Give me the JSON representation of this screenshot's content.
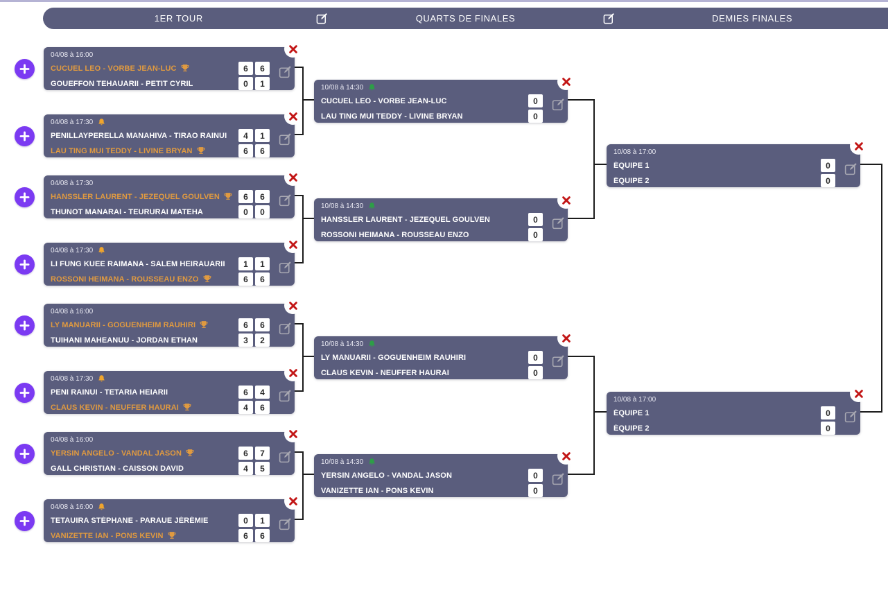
{
  "header": {
    "rounds": [
      "1ER TOUR",
      "QUARTS DE FINALES",
      "DEMIES FINALES"
    ]
  },
  "colors": {
    "card_bg": "#5a5d7d",
    "header_bg": "#5a5d7d",
    "winner_text": "#e09a40",
    "team_text": "#ffffff",
    "plus_button": "#7b3af2",
    "delete_red": "#c21515",
    "bell_orange": "#f0a52d",
    "bell_green": "#2d9e47",
    "edit_gray": "#a8a8b2",
    "connector": "#1c1c1c",
    "top_border": "#b5b3d4"
  },
  "icons": {
    "close-icon": "✖",
    "edit-icon": "✎",
    "plus-icon": "+",
    "bell-icon": "🔔",
    "trophy-icon": "🏆"
  },
  "rounds": {
    "round1": {
      "matches": [
        {
          "datetime": "04/08 à 16:00",
          "bell": null,
          "teams": [
            {
              "name": "CUCUEL LEO - VORBE JEAN-LUC",
              "winner": true,
              "scores": [
                "6",
                "6"
              ]
            },
            {
              "name": "GOUEFFON TEHAUARII - PETIT CYRIL",
              "winner": false,
              "scores": [
                "0",
                "1"
              ]
            }
          ]
        },
        {
          "datetime": "04/08 à 17:30",
          "bell": "orange",
          "teams": [
            {
              "name": "PENILLAYPERELLA MANAHIVA - TIRAO RAINUI",
              "winner": false,
              "scores": [
                "4",
                "1"
              ]
            },
            {
              "name": "LAU TING MUI TEDDY - LIVINE BRYAN",
              "winner": true,
              "scores": [
                "6",
                "6"
              ]
            }
          ]
        },
        {
          "datetime": "04/08 à 17:30",
          "bell": null,
          "teams": [
            {
              "name": "HANSSLER LAURENT - JEZEQUEL GOULVEN",
              "winner": true,
              "scores": [
                "6",
                "6"
              ]
            },
            {
              "name": "THUNOT MANARAI - TEURURAI MATEHA",
              "winner": false,
              "scores": [
                "0",
                "0"
              ]
            }
          ]
        },
        {
          "datetime": "04/08 à 17:30",
          "bell": "orange",
          "teams": [
            {
              "name": "LI FUNG KUEE RAIMANA - SALEM HEIRAUARII",
              "winner": false,
              "scores": [
                "1",
                "1"
              ]
            },
            {
              "name": "ROSSONI HEIMANA - ROUSSEAU ENZO",
              "winner": true,
              "scores": [
                "6",
                "6"
              ]
            }
          ]
        },
        {
          "datetime": "04/08 à 16:00",
          "bell": null,
          "teams": [
            {
              "name": "LY MANUARII - GOGUENHEIM RAUHIRI",
              "winner": true,
              "scores": [
                "6",
                "6"
              ]
            },
            {
              "name": "TUIHANI MAHEANUU - JORDAN ETHAN",
              "winner": false,
              "scores": [
                "3",
                "2"
              ]
            }
          ]
        },
        {
          "datetime": "04/08 à 17:30",
          "bell": "orange",
          "teams": [
            {
              "name": "PENI RAINUI - TETARIA HEIARII",
              "winner": false,
              "scores": [
                "6",
                "4"
              ]
            },
            {
              "name": "CLAUS KEVIN - NEUFFER HAURAI",
              "winner": true,
              "scores": [
                "4",
                "6"
              ]
            }
          ]
        },
        {
          "datetime": "04/08 à 16:00",
          "bell": null,
          "teams": [
            {
              "name": "YERSIN ANGELO - VANDAL JASON",
              "winner": true,
              "scores": [
                "6",
                "7"
              ]
            },
            {
              "name": "GALL CHRISTIAN - CAISSON DAVID",
              "winner": false,
              "scores": [
                "4",
                "5"
              ]
            }
          ]
        },
        {
          "datetime": "04/08 à 16:00",
          "bell": "orange",
          "teams": [
            {
              "name": "TETAUIRA STÉPHANE - PARAUE JÉRÉMIE",
              "winner": false,
              "scores": [
                "0",
                "1"
              ]
            },
            {
              "name": "VANIZETTE IAN - PONS KEVIN",
              "winner": true,
              "scores": [
                "6",
                "6"
              ]
            }
          ]
        }
      ]
    },
    "quarts": {
      "matches": [
        {
          "datetime": "10/08 à 14:30",
          "bell": "green",
          "teams": [
            {
              "name": "CUCUEL LEO - VORBE JEAN-LUC",
              "winner": false,
              "scores": [
                "0"
              ]
            },
            {
              "name": "LAU TING MUI TEDDY - LIVINE BRYAN",
              "winner": false,
              "scores": [
                "0"
              ]
            }
          ]
        },
        {
          "datetime": "10/08 à 14:30",
          "bell": "green",
          "teams": [
            {
              "name": "HANSSLER LAURENT - JEZEQUEL GOULVEN",
              "winner": false,
              "scores": [
                "0"
              ]
            },
            {
              "name": "ROSSONI HEIMANA - ROUSSEAU ENZO",
              "winner": false,
              "scores": [
                "0"
              ]
            }
          ]
        },
        {
          "datetime": "10/08 à 14:30",
          "bell": "green",
          "teams": [
            {
              "name": "LY MANUARII - GOGUENHEIM RAUHIRI",
              "winner": false,
              "scores": [
                "0"
              ]
            },
            {
              "name": "CLAUS KEVIN - NEUFFER HAURAI",
              "winner": false,
              "scores": [
                "0"
              ]
            }
          ]
        },
        {
          "datetime": "10/08 à 14:30",
          "bell": "green",
          "teams": [
            {
              "name": "YERSIN ANGELO - VANDAL JASON",
              "winner": false,
              "scores": [
                "0"
              ]
            },
            {
              "name": "VANIZETTE IAN - PONS KEVIN",
              "winner": false,
              "scores": [
                "0"
              ]
            }
          ]
        }
      ]
    },
    "demies": {
      "matches": [
        {
          "datetime": "10/08 à 17:00",
          "bell": null,
          "teams": [
            {
              "name": "ÉQUIPE 1",
              "winner": false,
              "scores": [
                "0"
              ]
            },
            {
              "name": "ÉQUIPE 2",
              "winner": false,
              "scores": [
                "0"
              ]
            }
          ]
        },
        {
          "datetime": "10/08 à 17:00",
          "bell": null,
          "teams": [
            {
              "name": "ÉQUIPE 1",
              "winner": false,
              "scores": [
                "0"
              ]
            },
            {
              "name": "ÉQUIPE 2",
              "winner": false,
              "scores": [
                "0"
              ]
            }
          ]
        }
      ]
    }
  }
}
